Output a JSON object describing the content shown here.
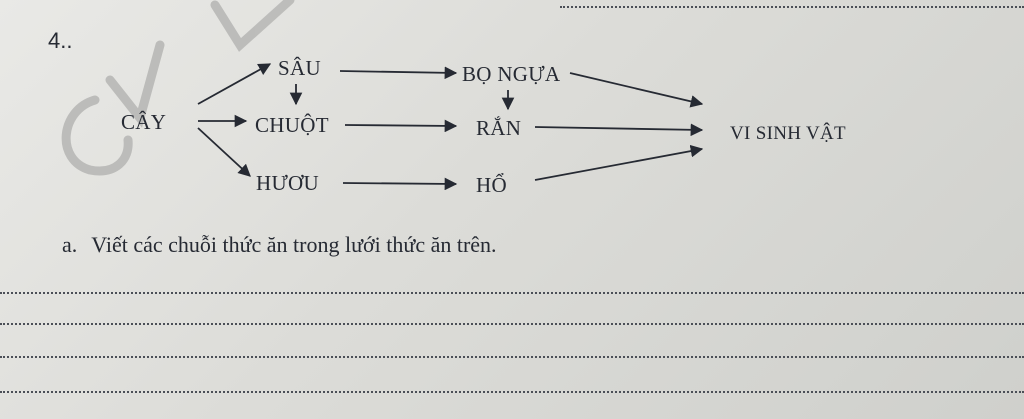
{
  "question": {
    "number": "4..",
    "part_label": "a.",
    "part_text": "Viết các chuỗi thức ăn trong lưới thức ăn trên."
  },
  "food_web": {
    "nodes": {
      "cay": "CÂY",
      "sau": "SÂU",
      "chuot": "CHUỘT",
      "huou": "HƯƠU",
      "bo_ngua": "BỌ NGỰA",
      "ran": "RẮN",
      "ho": "HỔ",
      "vi_sinh_vat": "VI SINH VẬT"
    },
    "links": [
      [
        "cay",
        "sau"
      ],
      [
        "cay",
        "chuot"
      ],
      [
        "cay",
        "huou"
      ],
      [
        "sau",
        "bo_ngua"
      ],
      [
        "sau",
        "chuot"
      ],
      [
        "chuot",
        "ran"
      ],
      [
        "bo_ngua",
        "ran"
      ],
      [
        "huou",
        "ho"
      ],
      [
        "bo_ngua",
        "vi_sinh_vat"
      ],
      [
        "ran",
        "vi_sinh_vat"
      ],
      [
        "ho",
        "vi_sinh_vat"
      ]
    ]
  },
  "watermark": "GV L",
  "answer_lines": 4,
  "colors": {
    "ink": "#262a33",
    "paper": "#e3e3e0"
  }
}
